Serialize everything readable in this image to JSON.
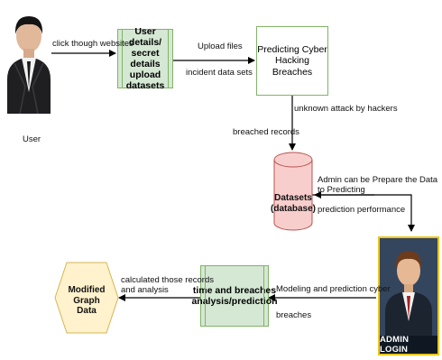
{
  "nodes": {
    "user_label": "User",
    "user_details": "User details/\nsecret details\nupload\ndatasets",
    "predicting": "Predicting Cyber\nHacking\nBreaches",
    "datasets": "Datasets\n(database)",
    "admin_login": "ADMIN LOGIN",
    "time_breaches": "time and breaches\nanalysis/prediction",
    "modified_graph": "Modified Graph\nData"
  },
  "edges": {
    "click_websites": "click though websites",
    "upload_files": "Upload files",
    "incident_data": "incident data sets",
    "unknown_attack": "unknown attack by hackers",
    "breached_records": "breached records",
    "admin_prepare": "Admin can be Prepare the Data to Predicting",
    "prediction_performance": "prediction performance",
    "modeling_prediction": "Modeling and prediction cyber",
    "breaches": "breaches",
    "calculated": "calculated those records\nand analysis"
  },
  "colors": {
    "process_fill": "#d5e8d4",
    "process_border": "#82b366",
    "database_fill": "#f8cecc",
    "database_border": "#b85450",
    "output_fill": "#fff2cc",
    "output_border": "#d6b656",
    "admin_border": "#f0c419",
    "arrow": "#000000"
  }
}
